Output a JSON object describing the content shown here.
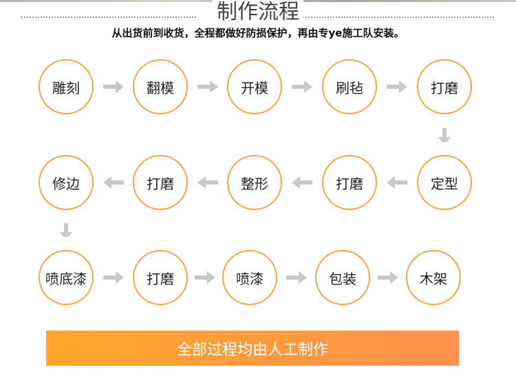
{
  "header": {
    "title": "制作流程",
    "subtitle": "从出货前到收货，全程都做好防损保护，再由专ye施工队安装。"
  },
  "steps": {
    "row1": [
      "雕刻",
      "翻模",
      "开模",
      "刷毡",
      "打磨"
    ],
    "row2": [
      "定型",
      "打磨",
      "整形",
      "打磨",
      "修边"
    ],
    "row3": [
      "喷底漆",
      "打磨",
      "喷漆",
      "包装",
      "木架"
    ]
  },
  "banner": {
    "text": "全部过程均由人工制作"
  },
  "colors": {
    "circle_border": "#f8a443",
    "arrow": "#c8c8c8",
    "banner_start": "#fea62b",
    "banner_end": "#ff914d"
  }
}
